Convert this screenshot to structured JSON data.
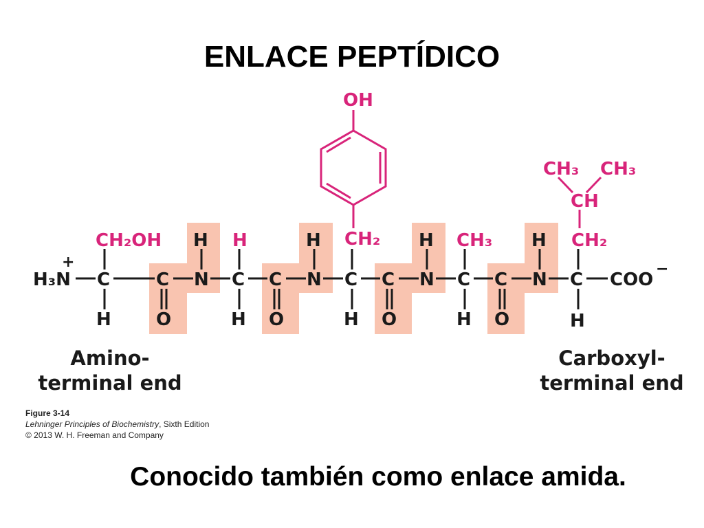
{
  "title": "ENLACE PEPTÍDICO",
  "subtitle": "Conocido también como enlace amida.",
  "colors": {
    "backbone": "#1a1a1a",
    "side_chain": "#d8247a",
    "peptide_bond_highlight": "#f9c4b0"
  },
  "labels": {
    "amino_line1": "Amino-",
    "amino_line2": "terminal end",
    "carboxyl_line1": "Carboxyl-",
    "carboxyl_line2": "terminal end"
  },
  "caption": {
    "figure": "Figure 3-14",
    "book": "Lehninger Principles of Biochemistry",
    "edition": ", Sixth Edition",
    "copyright": "© 2013 W. H. Freeman and Company"
  },
  "molecule": {
    "n_terminus": "H₃N",
    "n_charge": "+",
    "c_terminus": "COO",
    "c_charge": "−",
    "carbon": "C",
    "nitrogen": "N",
    "oxygen": "O",
    "hydrogen": "H",
    "side_chains": {
      "serine": "CH₂OH",
      "glycine": "H",
      "tyrosine_ch2": "CH₂",
      "tyrosine_oh": "OH",
      "alanine": "CH₃",
      "leucine_ch2": "CH₂",
      "leucine_ch": "CH",
      "leucine_ch3_left": "CH₃",
      "leucine_ch3_right": "CH₃"
    }
  }
}
